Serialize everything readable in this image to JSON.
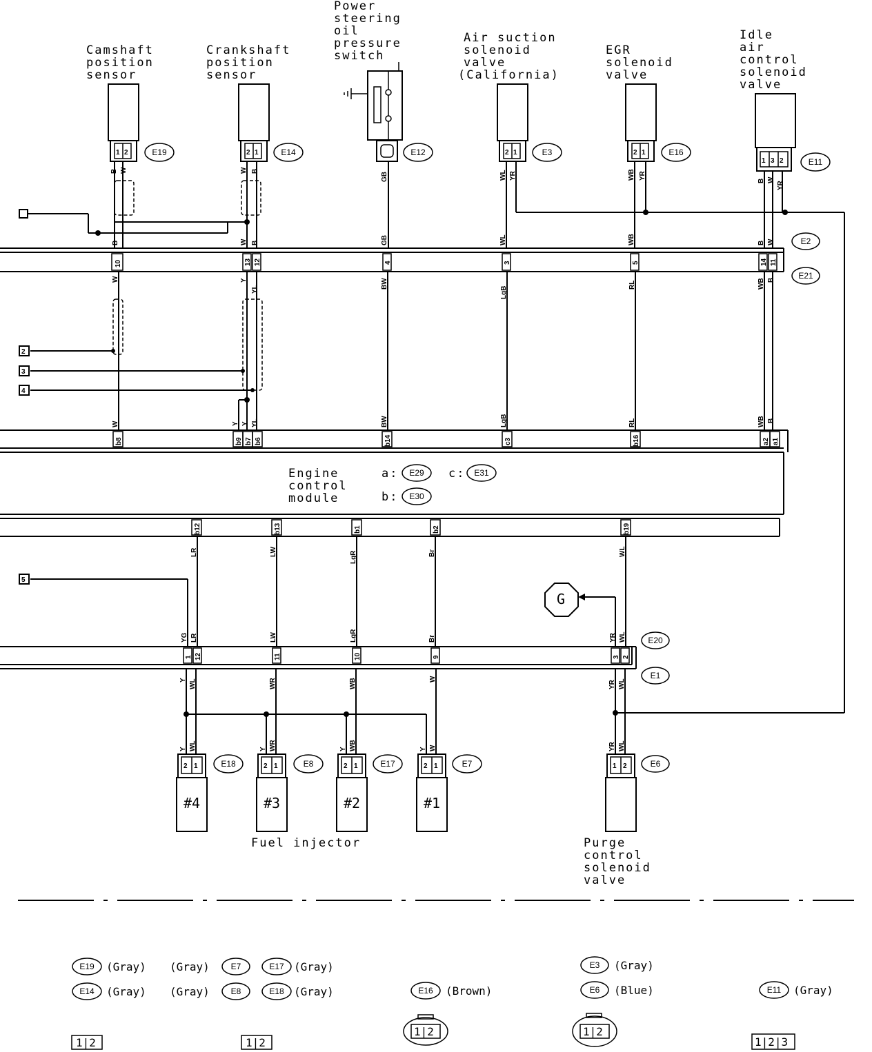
{
  "components": {
    "camshaft": [
      "Camshaft",
      "position",
      "sensor"
    ],
    "crankshaft": [
      "Crankshaft",
      "position",
      "sensor"
    ],
    "power_steering": [
      "Power",
      "steering",
      "oil",
      "pressure",
      "switch"
    ],
    "air_suction": [
      "Air suction",
      "solenoid",
      "valve",
      "(California)"
    ],
    "egr": [
      "EGR",
      "solenoid",
      "valve"
    ],
    "idle_air": [
      "Idle",
      "air",
      "control",
      "solenoid",
      "valve"
    ],
    "ecm": [
      "Engine",
      "control",
      "module"
    ],
    "fuel_injector": "Fuel injector",
    "purge": [
      "Purge",
      "control",
      "solenoid",
      "valve"
    ]
  },
  "connectors": {
    "E19": "E19",
    "E14": "E14",
    "E12": "E12",
    "E3": "E3",
    "E16": "E16",
    "E11": "E11",
    "E2": "E2",
    "E21": "E21",
    "E20": "E20",
    "E1": "E1",
    "E18": "E18",
    "E8": "E8",
    "E17": "E17",
    "E7": "E7",
    "E6": "E6",
    "E29": "E29",
    "E30": "E30",
    "E31": "E31"
  },
  "ecm_refs": {
    "a": "a:",
    "b": "b:",
    "c": "c:"
  },
  "ground_symbol": "G",
  "left_refs": [
    "2",
    "3",
    "4",
    "5"
  ],
  "injectors": [
    "#4",
    "#3",
    "#2",
    "#1"
  ],
  "legend": {
    "row1_left": "(Gray)",
    "row1_mid_pre": "(Gray)",
    "row1_mid_post": "(Gray)",
    "row2_left": "(Gray)",
    "row2_mid_pre": "(Gray)",
    "row2_mid_post": "(Gray)",
    "e16": "(Brown)",
    "e3": "(Gray)",
    "e6": "(Blue)",
    "e11": "(Gray)",
    "pins2": "1|2",
    "pins3": "1|2|3"
  }
}
